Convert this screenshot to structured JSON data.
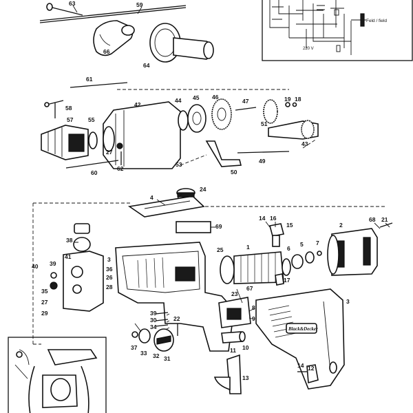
{
  "diagram": {
    "callouts": [
      {
        "id": "c63",
        "n": "63"
      },
      {
        "id": "c59",
        "n": "59"
      },
      {
        "id": "c66",
        "n": "66"
      },
      {
        "id": "c64",
        "n": "64"
      },
      {
        "id": "c61",
        "n": "61"
      },
      {
        "id": "c58",
        "n": "58"
      },
      {
        "id": "c57",
        "n": "57"
      },
      {
        "id": "c55",
        "n": "55"
      },
      {
        "id": "c42",
        "n": "42"
      },
      {
        "id": "c44",
        "n": "44"
      },
      {
        "id": "c45",
        "n": "45"
      },
      {
        "id": "c46",
        "n": "46"
      },
      {
        "id": "c47",
        "n": "47"
      },
      {
        "id": "c19",
        "n": "19"
      },
      {
        "id": "c18",
        "n": "18"
      },
      {
        "id": "c51",
        "n": "51"
      },
      {
        "id": "c43",
        "n": "43"
      },
      {
        "id": "c27a",
        "n": "27"
      },
      {
        "id": "c62",
        "n": "62"
      },
      {
        "id": "c60",
        "n": "60"
      },
      {
        "id": "c53",
        "n": "53"
      },
      {
        "id": "c50",
        "n": "50"
      },
      {
        "id": "c49",
        "n": "49"
      },
      {
        "id": "c24",
        "n": "24"
      },
      {
        "id": "c4",
        "n": "4"
      },
      {
        "id": "c69",
        "n": "69"
      },
      {
        "id": "c14a",
        "n": "14"
      },
      {
        "id": "c16",
        "n": "16"
      },
      {
        "id": "c15",
        "n": "15"
      },
      {
        "id": "c2",
        "n": "2"
      },
      {
        "id": "c68",
        "n": "68"
      },
      {
        "id": "c21",
        "n": "21"
      },
      {
        "id": "c38",
        "n": "38"
      },
      {
        "id": "c3a",
        "n": "3"
      },
      {
        "id": "c25",
        "n": "25"
      },
      {
        "id": "c1",
        "n": "1"
      },
      {
        "id": "c6",
        "n": "6"
      },
      {
        "id": "c5",
        "n": "5"
      },
      {
        "id": "c7",
        "n": "7"
      },
      {
        "id": "c41",
        "n": "41"
      },
      {
        "id": "c40",
        "n": "40"
      },
      {
        "id": "c39",
        "n": "39"
      },
      {
        "id": "c36",
        "n": "36"
      },
      {
        "id": "c26",
        "n": "26"
      },
      {
        "id": "c28",
        "n": "28"
      },
      {
        "id": "c35",
        "n": "35"
      },
      {
        "id": "c27b",
        "n": "27"
      },
      {
        "id": "c29",
        "n": "29"
      },
      {
        "id": "c17",
        "n": "17"
      },
      {
        "id": "c67",
        "n": "67"
      },
      {
        "id": "c23",
        "n": "23"
      },
      {
        "id": "c3b",
        "n": "3"
      },
      {
        "id": "c8",
        "n": "8"
      },
      {
        "id": "c9",
        "n": "9"
      },
      {
        "id": "c39b",
        "n": "39"
      },
      {
        "id": "c30",
        "n": "30"
      },
      {
        "id": "c34",
        "n": "34"
      },
      {
        "id": "c22",
        "n": "22"
      },
      {
        "id": "c37",
        "n": "37"
      },
      {
        "id": "c33",
        "n": "33"
      },
      {
        "id": "c32",
        "n": "32"
      },
      {
        "id": "c31",
        "n": "31"
      },
      {
        "id": "c10",
        "n": "10"
      },
      {
        "id": "c11",
        "n": "11"
      },
      {
        "id": "c13",
        "n": "13"
      },
      {
        "id": "c14b",
        "n": "14"
      },
      {
        "id": "c12",
        "n": "12"
      }
    ],
    "schematic": {
      "field_label": "Feld / field",
      "voltage_label": "220 V"
    },
    "brand_text": "Black&Decker"
  }
}
